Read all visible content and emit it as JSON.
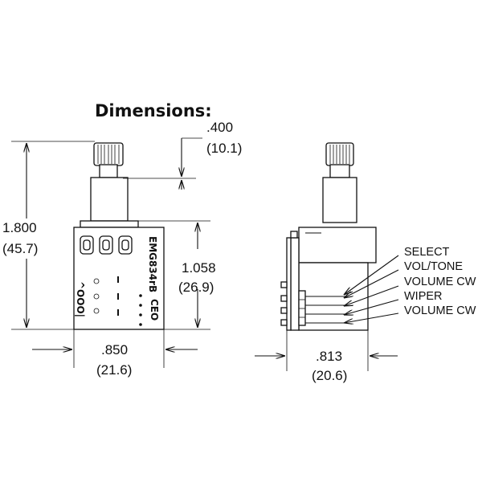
{
  "title": "Dimensions:",
  "front_view": {
    "height": {
      "inch": "1.800",
      "mm": "(45.7)"
    },
    "shaft": {
      "inch": ".400",
      "mm": "(10.1)"
    },
    "body_height": {
      "inch": "1.058",
      "mm": "(26.9)"
    },
    "width": {
      "inch": ".850",
      "mm": "(21.6)"
    },
    "board_label": "EMG834rB",
    "pad_left_label": "^OOO|",
    "pad_right_label": "CEO"
  },
  "side_view": {
    "depth": {
      "inch": ".813",
      "mm": "(20.6)"
    },
    "pins": [
      "SELECT",
      "VOL/TONE",
      "VOLUME CW",
      "WIPER",
      "VOLUME CW"
    ]
  }
}
